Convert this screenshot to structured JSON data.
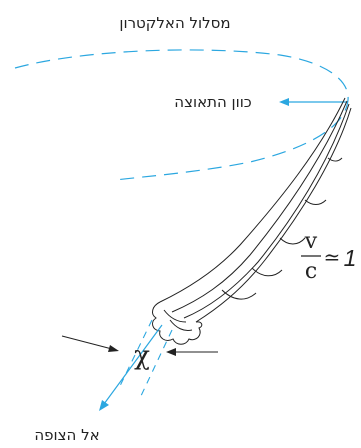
{
  "labels": {
    "orbit": "מסלול האלקטרון",
    "acceleration_direction": "כוון התאוצה",
    "to_observer": "אל הצופה",
    "velocity_v": "v",
    "velocity_c": "c",
    "approx_sign": "≃",
    "approx_value": "1",
    "angle_symbol": "χ"
  },
  "colors": {
    "orbit_line": "#2ba7e0",
    "arrow": "#2ba7e0",
    "cone_stroke": "#222222",
    "text": "#222222"
  }
}
